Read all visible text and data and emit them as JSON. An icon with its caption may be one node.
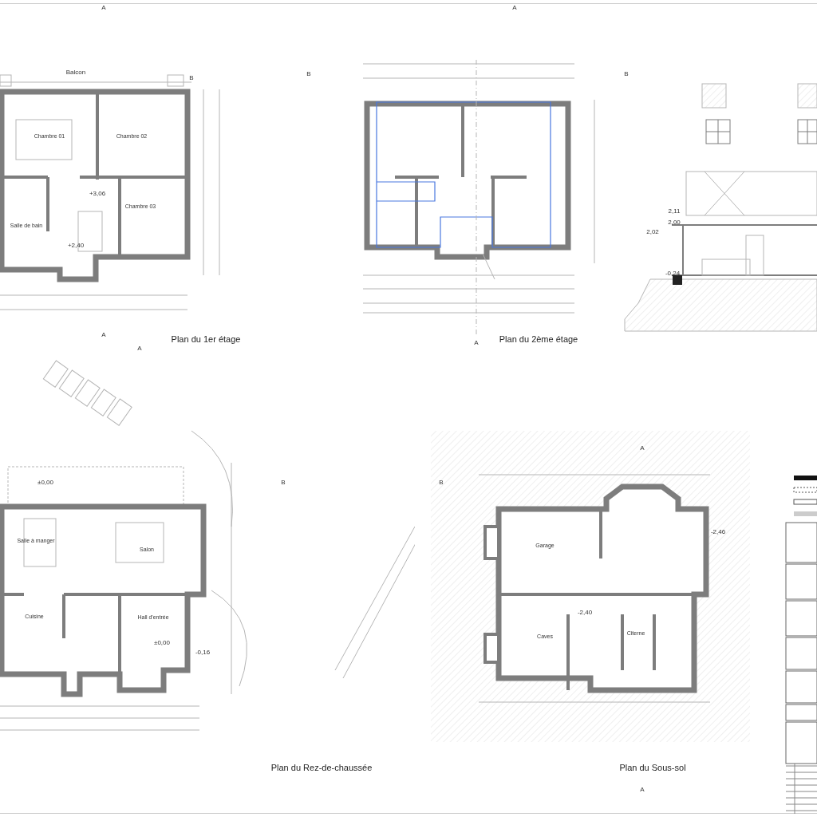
{
  "diagram": {
    "nodes": [
      {
        "text": [
          "Plan du 1er étage"
        ]
      },
      {
        "text": [
          "Chambre 01"
        ],
        "in": 0
      },
      {
        "text": [
          "Chambre 02"
        ],
        "in": 0
      },
      {
        "text": [
          "Salle de bain"
        ],
        "in": 0
      },
      {
        "text": [
          "Chambre 03"
        ],
        "in": 0
      },
      {
        "text": [
          "Plan du 2ème étage"
        ]
      },
      {
        "text": [],
        "shape": "picture"
      },
      {
        "text": [
          "Plan du Rez-de-chaussée"
        ]
      },
      {
        "text": [
          "Salle à manger"
        ],
        "in": 7
      },
      {
        "text": [
          "Salon"
        ],
        "in": 7
      },
      {
        "text": [
          "Cuisine"
        ],
        "in": 7
      },
      {
        "text": [
          "Hall d'entrée"
        ],
        "in": 7
      },
      {
        "text": [
          "Plan du Sous-sol"
        ]
      },
      {
        "text": [
          "Garage"
        ],
        "in": 12
      },
      {
        "text": [
          "Caves"
        ],
        "in": 12
      },
      {
        "text": [
          "Citerne"
        ],
        "in": 12
      }
    ],
    "labels": [
      "A",
      "Balcon",
      "B",
      "+3,06",
      "+2,40",
      "A",
      "B",
      "B",
      "2,11",
      "2,00",
      "2,02",
      "-0,24",
      "A",
      "A",
      "A",
      "±0,00",
      "B",
      "±0,00",
      "-0,16",
      "A",
      "B",
      "-2,46",
      "-2,40",
      "A"
    ]
  }
}
